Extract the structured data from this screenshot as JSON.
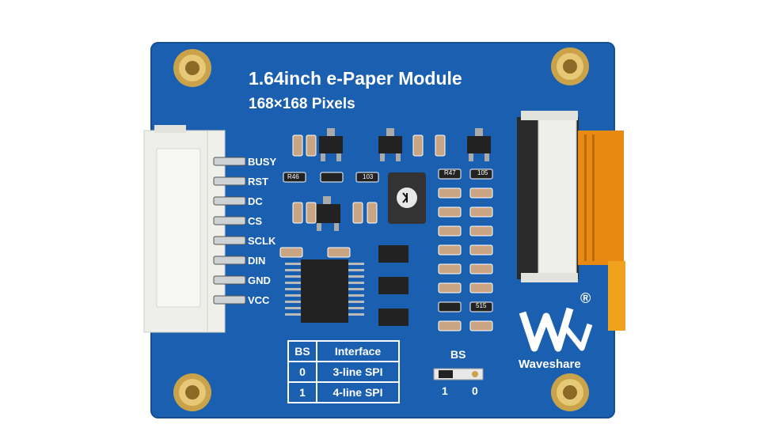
{
  "board": {
    "title": "1.64inch e-Paper Module",
    "subtitle": "168×168 Pixels",
    "pins": [
      "BUSY",
      "RST",
      "DC",
      "CS",
      "SCLK",
      "DIN",
      "GND",
      "VCC"
    ],
    "bs_table": {
      "header": [
        "BS",
        "Interface"
      ],
      "rows": [
        [
          "0",
          "3-line SPI"
        ],
        [
          "1",
          "4-line SPI"
        ]
      ]
    },
    "bs_jumper": {
      "label": "BS",
      "left": "1",
      "right": "0"
    },
    "brand": "Waveshare",
    "registered_mark": "®",
    "component_labels": [
      "R47",
      "103",
      "105",
      "R46",
      "515"
    ]
  },
  "colors": {
    "pcb": "#1a5fb0",
    "pcb_edge": "#154f96",
    "text": "#ffffff",
    "connector": "#eeeeea",
    "flex_cable": "#e88a12",
    "brass": "#c9a24a"
  }
}
